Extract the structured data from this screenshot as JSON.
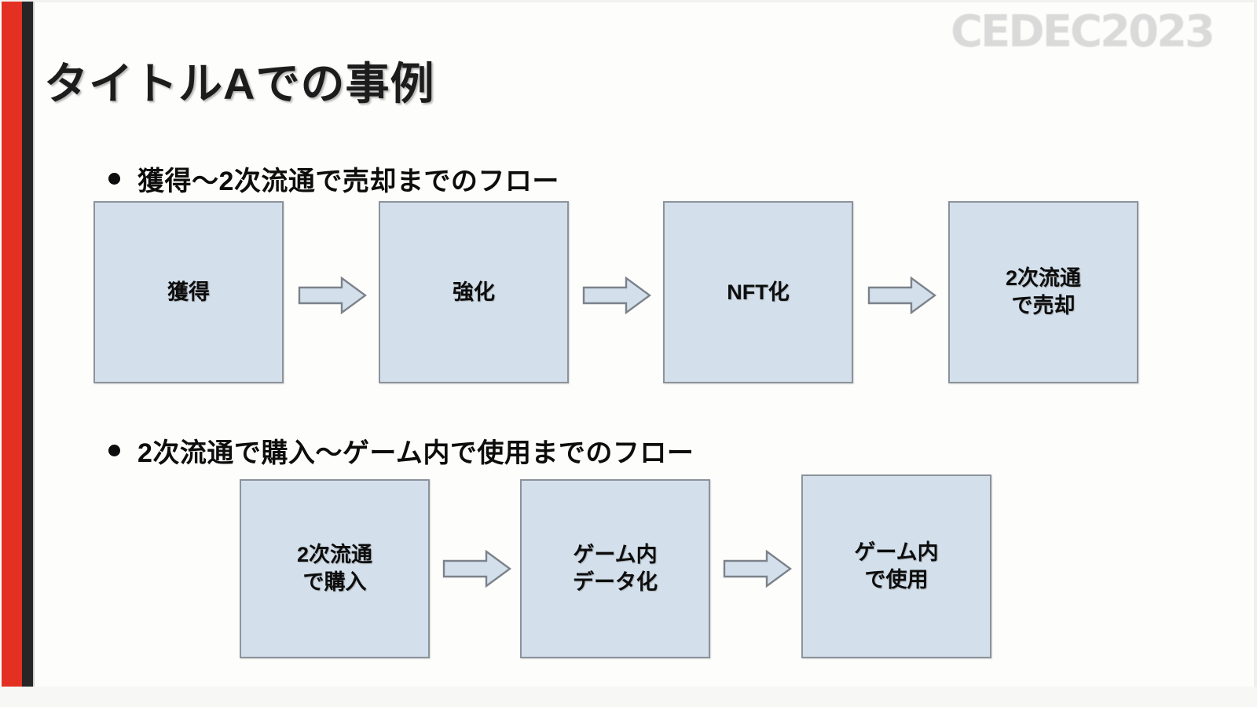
{
  "slide": {
    "title": "タイトルAでの事例",
    "logo": "CEDEC2023",
    "colors": {
      "accent_red": "#e43022",
      "accent_dark": "#262626",
      "box_fill": "#d3e0ec",
      "box_border": "#8d939b",
      "background": "#fdfdfb",
      "text": "#0d0d0d"
    }
  },
  "sections": [
    {
      "bullet": "獲得〜2次流通で売却までのフロー",
      "steps": [
        {
          "label": "獲得"
        },
        {
          "label": "強化"
        },
        {
          "label": "NFT化"
        },
        {
          "label": "2次流通\nで売却"
        }
      ],
      "connectors": [
        "arrow-right-icon",
        "arrow-right-icon",
        "arrow-right-icon"
      ]
    },
    {
      "bullet": "2次流通で購入〜ゲーム内で使用までのフロー",
      "steps": [
        {
          "label": "2次流通\nで購入"
        },
        {
          "label": "ゲーム内\nデータ化"
        },
        {
          "label": "ゲーム内\nで使用"
        }
      ],
      "connectors": [
        "arrow-right-icon",
        "arrow-right-icon"
      ]
    }
  ]
}
